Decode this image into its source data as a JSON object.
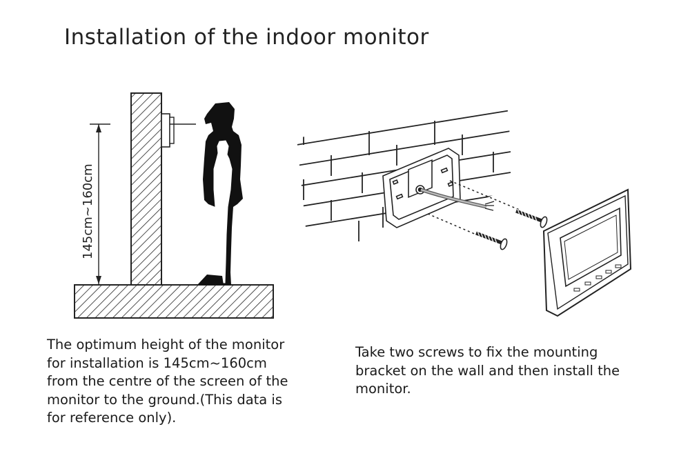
{
  "title": "Installation of the indoor monitor",
  "height_label": "145cm~160cm",
  "caption_left": "The optimum height of the monitor\nfor installation is 145cm~160cm\nfrom the centre of the screen of the\n monitor to the ground.(This data is\nfor reference only).",
  "caption_right": "Take two screws to fix the mounting\nbracket on the wall and then install the\nmonitor."
}
